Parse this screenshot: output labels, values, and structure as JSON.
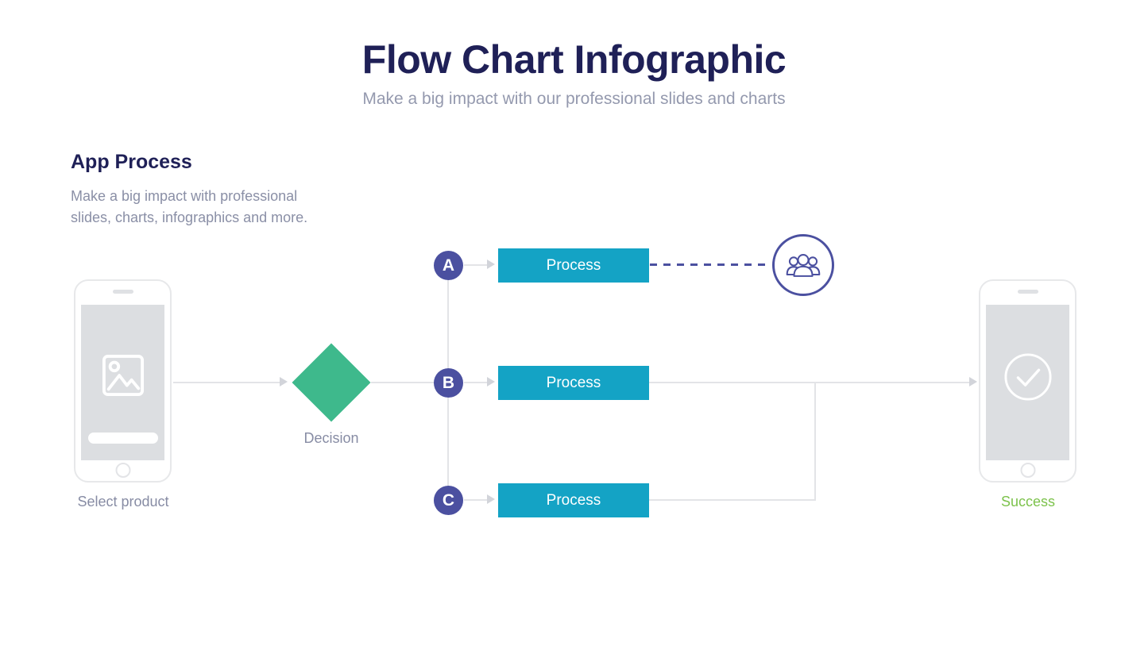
{
  "page": {
    "title": "Flow Chart Infographic",
    "subtitle": "Make a big impact with our professional slides and charts"
  },
  "section": {
    "heading": "App Process",
    "description": "Make a big impact with professional slides, charts, infographics and more."
  },
  "flow": {
    "start_label": "Select product",
    "decision_label": "Decision",
    "end_label": "Success",
    "nodes": [
      {
        "letter": "A",
        "process_label": "Process"
      },
      {
        "letter": "B",
        "process_label": "Process"
      },
      {
        "letter": "C",
        "process_label": "Process"
      }
    ],
    "icons": {
      "start_screen": "image-placeholder-icon",
      "audience": "users-group-icon",
      "end_screen": "checkmark-icon"
    }
  },
  "colors": {
    "title_navy": "#1f2057",
    "muted_text": "#8a8fa6",
    "process_teal": "#14a3c5",
    "decision_green": "#3eb98c",
    "node_purple": "#4b50a0",
    "success_green": "#7cc24b",
    "connector_gray": "#e3e4e7"
  }
}
